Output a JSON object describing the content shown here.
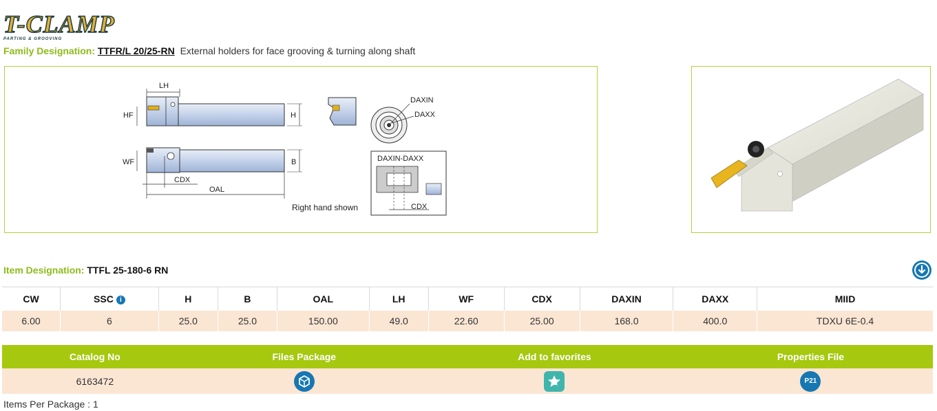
{
  "brand": {
    "logo_text": "T-CLAMP",
    "logo_subtitle": "PARTING & GROOVING"
  },
  "family": {
    "label": "Family Designation:",
    "code": "TTFR/L 20/25-RN",
    "description": "External holders for face grooving & turning along shaft"
  },
  "drawing": {
    "labels": {
      "lh": "LH",
      "hf": "HF",
      "h": "H",
      "wf": "WF",
      "b": "B",
      "cdx": "CDX",
      "oal": "OAL",
      "daxin": "DAXIN",
      "daxx": "DAXX",
      "daxin_daxx": "DAXIN-DAXX",
      "cdx2": "CDX",
      "note": "Right hand shown"
    }
  },
  "item": {
    "label": "Item Designation:",
    "value": "TTFL 25-180-6 RN"
  },
  "spec_table": {
    "headers": [
      "CW",
      "SSC",
      "H",
      "B",
      "OAL",
      "LH",
      "WF",
      "CDX",
      "DAXIN",
      "DAXX",
      "MIID"
    ],
    "values": [
      "6.00",
      "6",
      "25.0",
      "25.0",
      "150.00",
      "49.0",
      "22.60",
      "25.00",
      "168.0",
      "400.0",
      "TDXU 6E-0.4"
    ]
  },
  "catalog_table": {
    "headers": [
      "Catalog No",
      "Files Package",
      "Add to favorites",
      "Properties File"
    ],
    "catalog_no": "6163472",
    "p21_label": "P21"
  },
  "package": {
    "text": "Items Per Package : 1"
  },
  "colors": {
    "accent_green": "#a6c80f",
    "label_green": "#8dbb1a",
    "row_peach": "#fbe6d4",
    "icon_blue": "#1677b3",
    "icon_teal": "#3fb5ac"
  }
}
